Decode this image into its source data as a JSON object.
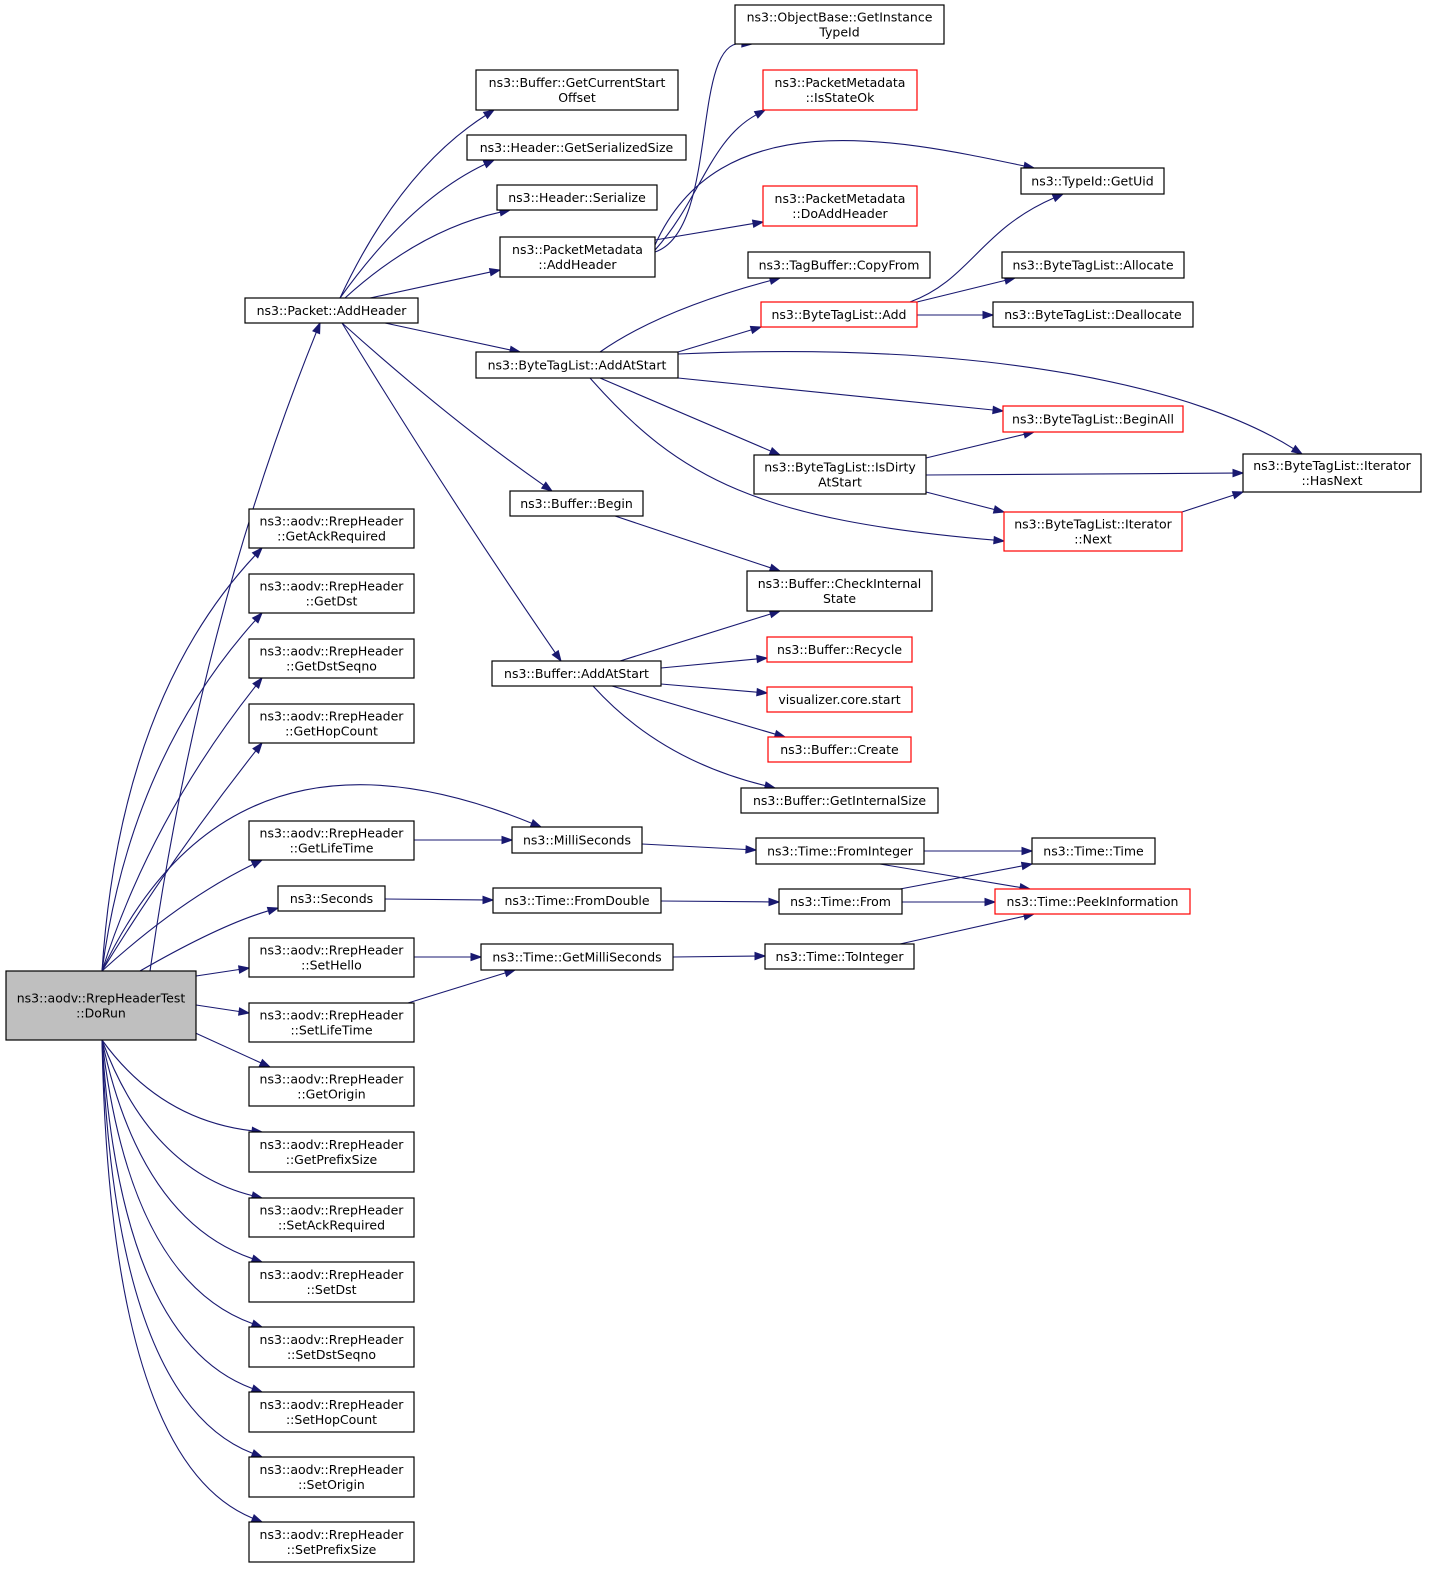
{
  "colors": {
    "edge": "#191970",
    "node_border": "#000000",
    "node_border_external": "#ff0000",
    "root_fill": "#bfbfbf",
    "background": "#ffffff"
  },
  "nodes": [
    {
      "id": "root",
      "lines": [
        "ns3::aodv::RrepHeaderTest",
        "::DoRun"
      ],
      "style": "root"
    },
    {
      "id": "packet_addheader",
      "lines": [
        "ns3::Packet::AddHeader"
      ]
    },
    {
      "id": "buffer_getcurrentstartoffset",
      "lines": [
        "ns3::Buffer::GetCurrentStart",
        "Offset"
      ]
    },
    {
      "id": "header_getserializedsize",
      "lines": [
        "ns3::Header::GetSerializedSize"
      ]
    },
    {
      "id": "header_serialize",
      "lines": [
        "ns3::Header::Serialize"
      ]
    },
    {
      "id": "pm_addheader",
      "lines": [
        "ns3::PacketMetadata",
        "::AddHeader"
      ]
    },
    {
      "id": "objectbase_getinstancetypeid",
      "lines": [
        "ns3::ObjectBase::GetInstance",
        "TypeId"
      ]
    },
    {
      "id": "pm_isstateok",
      "lines": [
        "ns3::PacketMetadata",
        "::IsStateOk"
      ],
      "style": "red"
    },
    {
      "id": "pm_doaddheader",
      "lines": [
        "ns3::PacketMetadata",
        "::DoAddHeader"
      ],
      "style": "red"
    },
    {
      "id": "typeid_getuid",
      "lines": [
        "ns3::TypeId::GetUid"
      ]
    },
    {
      "id": "tagbuffer_copyfrom",
      "lines": [
        "ns3::TagBuffer::CopyFrom"
      ]
    },
    {
      "id": "btl_add",
      "lines": [
        "ns3::ByteTagList::Add"
      ],
      "style": "red"
    },
    {
      "id": "btl_allocate",
      "lines": [
        "ns3::ByteTagList::Allocate"
      ]
    },
    {
      "id": "btl_deallocate",
      "lines": [
        "ns3::ByteTagList::Deallocate"
      ]
    },
    {
      "id": "btl_addatstart",
      "lines": [
        "ns3::ByteTagList::AddAtStart"
      ]
    },
    {
      "id": "btl_beginall",
      "lines": [
        "ns3::ByteTagList::BeginAll"
      ],
      "style": "red"
    },
    {
      "id": "btl_isdirtyatstart",
      "lines": [
        "ns3::ByteTagList::IsDirty",
        "AtStart"
      ]
    },
    {
      "id": "btl_iter_hasnext",
      "lines": [
        "ns3::ByteTagList::Iterator",
        "::HasNext"
      ]
    },
    {
      "id": "btl_iter_next",
      "lines": [
        "ns3::ByteTagList::Iterator",
        "::Next"
      ],
      "style": "red"
    },
    {
      "id": "buffer_begin",
      "lines": [
        "ns3::Buffer::Begin"
      ]
    },
    {
      "id": "buffer_checkinternalstate",
      "lines": [
        "ns3::Buffer::CheckInternal",
        "State"
      ]
    },
    {
      "id": "buffer_addatstart",
      "lines": [
        "ns3::Buffer::AddAtStart"
      ]
    },
    {
      "id": "buffer_recycle",
      "lines": [
        "ns3::Buffer::Recycle"
      ],
      "style": "red"
    },
    {
      "id": "visualizer_core_start",
      "lines": [
        "visualizer.core.start"
      ],
      "style": "red"
    },
    {
      "id": "buffer_create",
      "lines": [
        "ns3::Buffer::Create"
      ],
      "style": "red"
    },
    {
      "id": "buffer_getinternalsize",
      "lines": [
        "ns3::Buffer::GetInternalSize"
      ]
    },
    {
      "id": "rrep_getackrequired",
      "lines": [
        "ns3::aodv::RrepHeader",
        "::GetAckRequired"
      ]
    },
    {
      "id": "rrep_getdst",
      "lines": [
        "ns3::aodv::RrepHeader",
        "::GetDst"
      ]
    },
    {
      "id": "rrep_getdstseqno",
      "lines": [
        "ns3::aodv::RrepHeader",
        "::GetDstSeqno"
      ]
    },
    {
      "id": "rrep_gethopcount",
      "lines": [
        "ns3::aodv::RrepHeader",
        "::GetHopCount"
      ]
    },
    {
      "id": "rrep_getlifetime",
      "lines": [
        "ns3::aodv::RrepHeader",
        "::GetLifeTime"
      ]
    },
    {
      "id": "milliseconds",
      "lines": [
        "ns3::MilliSeconds"
      ]
    },
    {
      "id": "time_frominteger",
      "lines": [
        "ns3::Time::FromInteger"
      ]
    },
    {
      "id": "time_time",
      "lines": [
        "ns3::Time::Time"
      ]
    },
    {
      "id": "seconds",
      "lines": [
        "ns3::Seconds"
      ]
    },
    {
      "id": "time_fromdouble",
      "lines": [
        "ns3::Time::FromDouble"
      ]
    },
    {
      "id": "time_from",
      "lines": [
        "ns3::Time::From"
      ]
    },
    {
      "id": "time_peekinformation",
      "lines": [
        "ns3::Time::PeekInformation"
      ],
      "style": "red"
    },
    {
      "id": "rrep_sethello",
      "lines": [
        "ns3::aodv::RrepHeader",
        "::SetHello"
      ]
    },
    {
      "id": "time_getmilliseconds",
      "lines": [
        "ns3::Time::GetMilliSeconds"
      ]
    },
    {
      "id": "time_tointeger",
      "lines": [
        "ns3::Time::ToInteger"
      ]
    },
    {
      "id": "rrep_setlifetime",
      "lines": [
        "ns3::aodv::RrepHeader",
        "::SetLifeTime"
      ]
    },
    {
      "id": "rrep_getorigin",
      "lines": [
        "ns3::aodv::RrepHeader",
        "::GetOrigin"
      ]
    },
    {
      "id": "rrep_getprefixsize",
      "lines": [
        "ns3::aodv::RrepHeader",
        "::GetPrefixSize"
      ]
    },
    {
      "id": "rrep_setackrequired",
      "lines": [
        "ns3::aodv::RrepHeader",
        "::SetAckRequired"
      ]
    },
    {
      "id": "rrep_setdst",
      "lines": [
        "ns3::aodv::RrepHeader",
        "::SetDst"
      ]
    },
    {
      "id": "rrep_setdstseqno",
      "lines": [
        "ns3::aodv::RrepHeader",
        "::SetDstSeqno"
      ]
    },
    {
      "id": "rrep_sethopcount",
      "lines": [
        "ns3::aodv::RrepHeader",
        "::SetHopCount"
      ]
    },
    {
      "id": "rrep_setorigin",
      "lines": [
        "ns3::aodv::RrepHeader",
        "::SetOrigin"
      ]
    },
    {
      "id": "rrep_setprefixsize",
      "lines": [
        "ns3::aodv::RrepHeader",
        "::SetPrefixSize"
      ]
    }
  ],
  "edges": [
    [
      "root",
      "packet_addheader"
    ],
    [
      "root",
      "rrep_getackrequired"
    ],
    [
      "root",
      "rrep_getdst"
    ],
    [
      "root",
      "rrep_getdstseqno"
    ],
    [
      "root",
      "rrep_gethopcount"
    ],
    [
      "root",
      "milliseconds"
    ],
    [
      "root",
      "rrep_getlifetime"
    ],
    [
      "root",
      "seconds"
    ],
    [
      "root",
      "rrep_sethello"
    ],
    [
      "root",
      "rrep_setlifetime"
    ],
    [
      "root",
      "rrep_getorigin"
    ],
    [
      "root",
      "rrep_getprefixsize"
    ],
    [
      "root",
      "rrep_setackrequired"
    ],
    [
      "root",
      "rrep_setdst"
    ],
    [
      "root",
      "rrep_setdstseqno"
    ],
    [
      "root",
      "rrep_sethopcount"
    ],
    [
      "root",
      "rrep_setorigin"
    ],
    [
      "root",
      "rrep_setprefixsize"
    ],
    [
      "packet_addheader",
      "buffer_getcurrentstartoffset"
    ],
    [
      "packet_addheader",
      "header_getserializedsize"
    ],
    [
      "packet_addheader",
      "header_serialize"
    ],
    [
      "packet_addheader",
      "pm_addheader"
    ],
    [
      "packet_addheader",
      "btl_addatstart"
    ],
    [
      "packet_addheader",
      "buffer_begin"
    ],
    [
      "packet_addheader",
      "buffer_addatstart"
    ],
    [
      "pm_addheader",
      "objectbase_getinstancetypeid"
    ],
    [
      "pm_addheader",
      "pm_isstateok"
    ],
    [
      "pm_addheader",
      "typeid_getuid"
    ],
    [
      "pm_addheader",
      "pm_doaddheader"
    ],
    [
      "btl_addatstart",
      "tagbuffer_copyfrom"
    ],
    [
      "btl_addatstart",
      "btl_add"
    ],
    [
      "btl_addatstart",
      "btl_iter_hasnext"
    ],
    [
      "btl_addatstart",
      "btl_beginall"
    ],
    [
      "btl_addatstart",
      "btl_isdirtyatstart"
    ],
    [
      "btl_addatstart",
      "btl_iter_next"
    ],
    [
      "btl_add",
      "typeid_getuid"
    ],
    [
      "btl_add",
      "btl_allocate"
    ],
    [
      "btl_add",
      "btl_deallocate"
    ],
    [
      "btl_isdirtyatstart",
      "btl_beginall"
    ],
    [
      "btl_isdirtyatstart",
      "btl_iter_hasnext"
    ],
    [
      "btl_isdirtyatstart",
      "btl_iter_next"
    ],
    [
      "btl_iter_next",
      "btl_iter_hasnext"
    ],
    [
      "buffer_begin",
      "buffer_checkinternalstate"
    ],
    [
      "buffer_addatstart",
      "buffer_checkinternalstate"
    ],
    [
      "buffer_addatstart",
      "buffer_recycle"
    ],
    [
      "buffer_addatstart",
      "visualizer_core_start"
    ],
    [
      "buffer_addatstart",
      "buffer_create"
    ],
    [
      "buffer_addatstart",
      "buffer_getinternalsize"
    ],
    [
      "rrep_getlifetime",
      "milliseconds"
    ],
    [
      "milliseconds",
      "time_frominteger"
    ],
    [
      "time_frominteger",
      "time_time"
    ],
    [
      "time_frominteger",
      "time_peekinformation"
    ],
    [
      "seconds",
      "time_fromdouble"
    ],
    [
      "time_fromdouble",
      "time_from"
    ],
    [
      "time_from",
      "time_time"
    ],
    [
      "time_from",
      "time_peekinformation"
    ],
    [
      "rrep_sethello",
      "time_getmilliseconds"
    ],
    [
      "rrep_setlifetime",
      "time_getmilliseconds"
    ],
    [
      "time_getmilliseconds",
      "time_tointeger"
    ],
    [
      "time_tointeger",
      "time_peekinformation"
    ]
  ]
}
